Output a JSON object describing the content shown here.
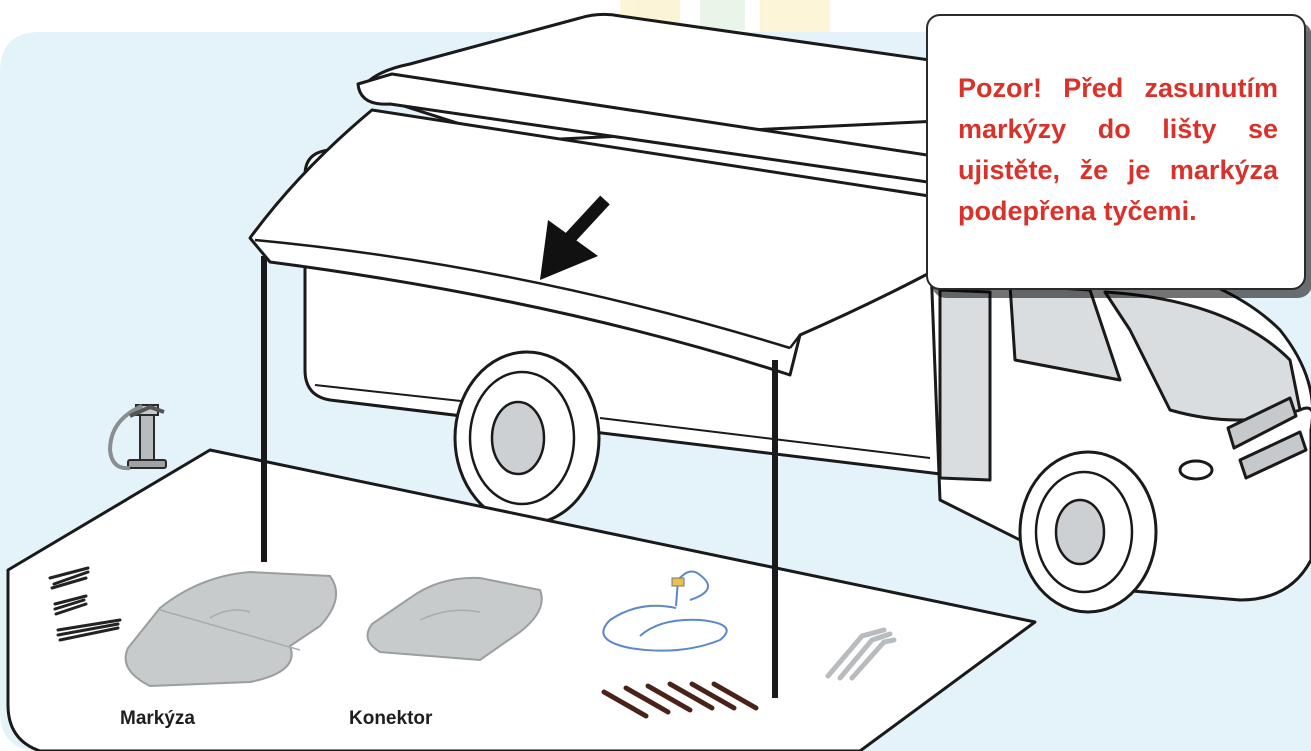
{
  "warning": {
    "text": "Pozor! Před zasunutím markýzy do lišty se ujistěte, že je markýza podepřena tyčemi."
  },
  "items": {
    "awning_label": "Markýza",
    "connector_label": "Konektor"
  },
  "colors": {
    "background_panel": "#e4f2fa",
    "warning_text": "#d9322b",
    "outline": "#1a1a1a",
    "fabric_grey": "#c8cbcc",
    "stake_brown": "#4a2218",
    "cord_blue": "#5b88c8"
  },
  "icons": [
    "pump-icon",
    "pole-bundle-icon",
    "folded-awning-icon",
    "folded-connector-icon",
    "guy-rope-icon",
    "tent-peg-icon",
    "tension-strap-icon",
    "direction-arrow-icon"
  ]
}
